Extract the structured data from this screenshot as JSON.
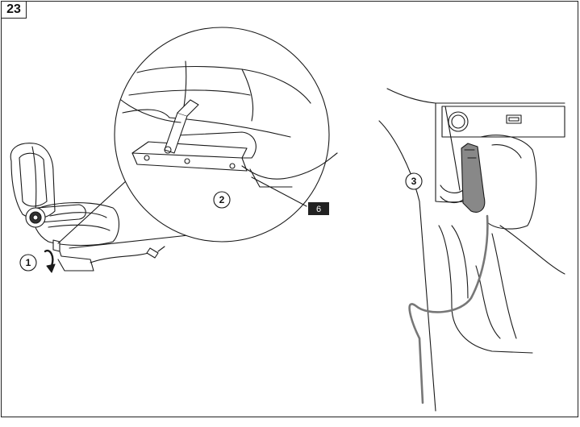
{
  "figure": {
    "number": "23",
    "callouts": [
      "1",
      "2",
      "3"
    ],
    "tag": "6"
  },
  "colors": {
    "line": "#1a1a1a",
    "tag_bg": "#222222",
    "plug": "#777777"
  }
}
